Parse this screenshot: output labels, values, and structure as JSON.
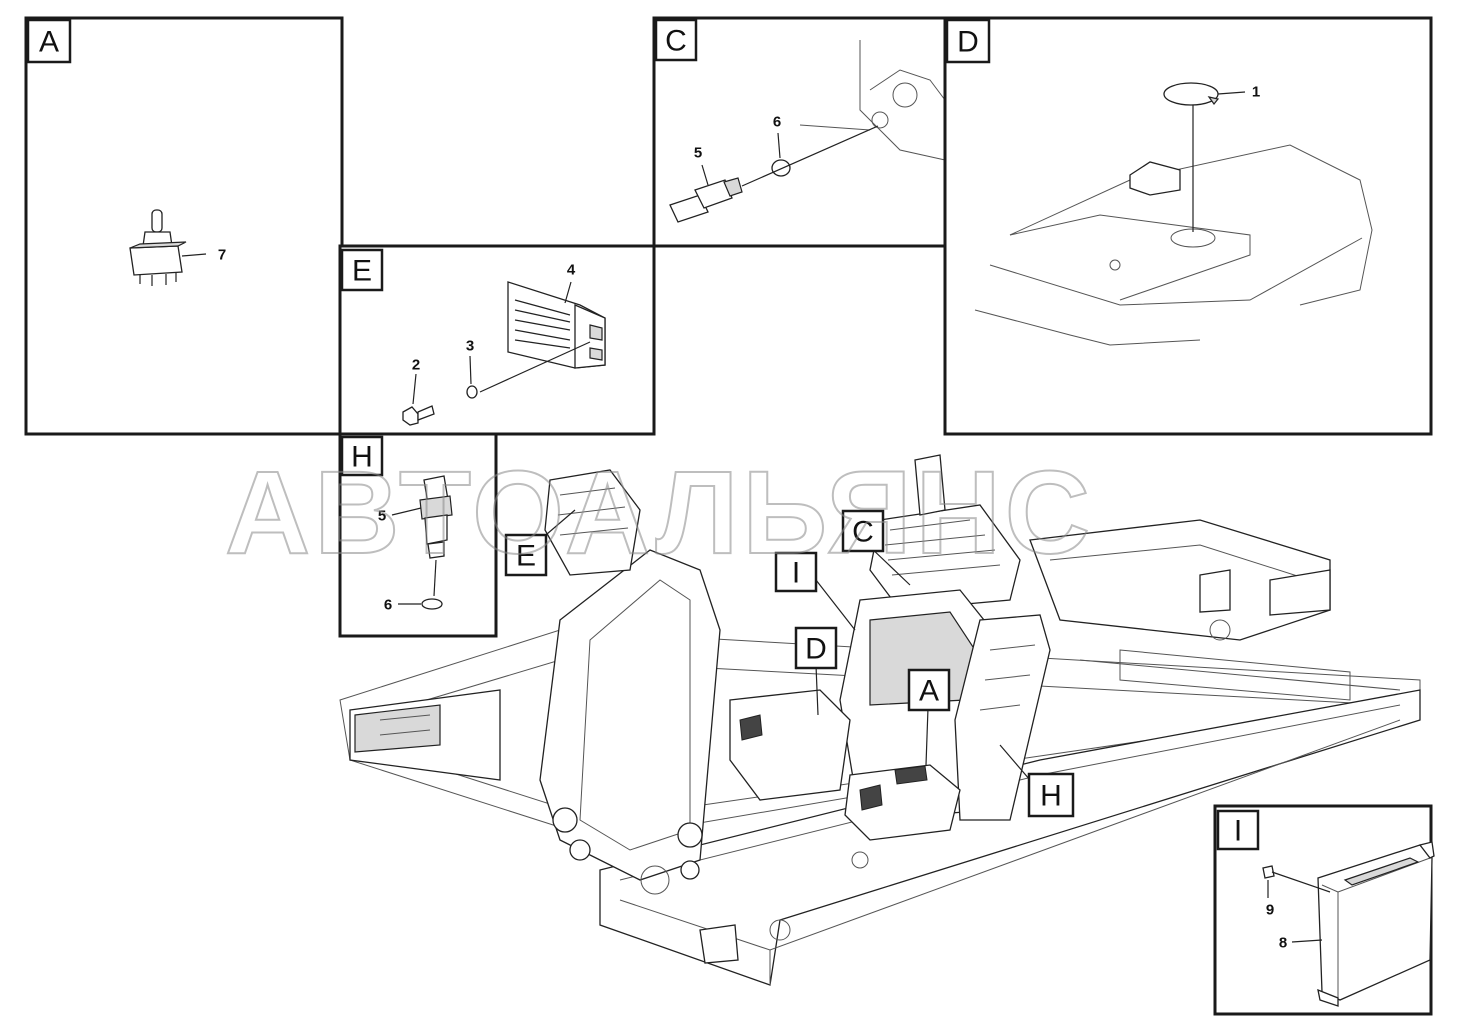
{
  "panels": {
    "A": {
      "tag": "A",
      "callouts": [
        "7"
      ]
    },
    "C": {
      "tag": "C",
      "callouts": [
        "5",
        "6"
      ]
    },
    "D": {
      "tag": "D",
      "callouts": [
        "1"
      ]
    },
    "E": {
      "tag": "E",
      "callouts": [
        "4",
        "2",
        "3"
      ]
    },
    "H": {
      "tag": "H",
      "callouts": [
        "5",
        "6"
      ]
    },
    "I": {
      "tag": "I",
      "callouts": [
        "9",
        "8"
      ]
    }
  },
  "overview_tags": {
    "E": "E",
    "C": "C",
    "I": "I",
    "D": "D",
    "A": "A",
    "H": "H"
  },
  "watermark": "АВТОАЛЬЯНС",
  "colors": {
    "line": "#1a1a1a",
    "background": "#ffffff",
    "watermark": "#8a8a8a"
  }
}
